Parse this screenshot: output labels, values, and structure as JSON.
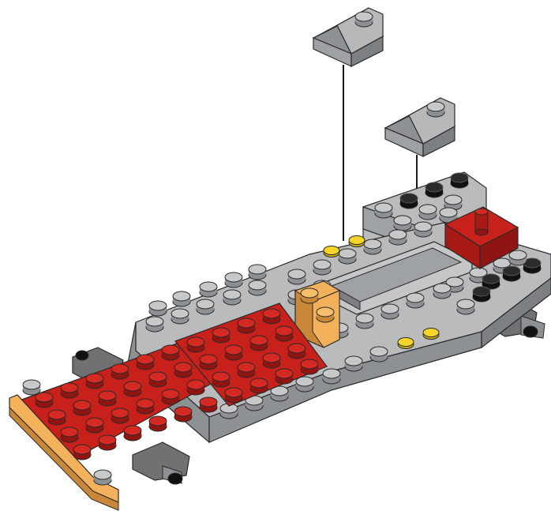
{
  "illustration": {
    "subject": "brick-chassis-assembly-step",
    "palette": {
      "background": "#ffffff",
      "gray_top": "#b9bbbd",
      "gray_side": "#8e9193",
      "gray_dark": "#6f7173",
      "red_top": "#c8201b",
      "red_side": "#8f1512",
      "tan_top": "#f2b15a",
      "tan_side": "#c9873a",
      "yellow": "#f2d024",
      "black": "#222222",
      "outline": "#2a2a2a",
      "guide_line": "#1a1a1a"
    },
    "callout_parts": [
      "slope-brick-gray",
      "slope-brick-gray"
    ]
  }
}
